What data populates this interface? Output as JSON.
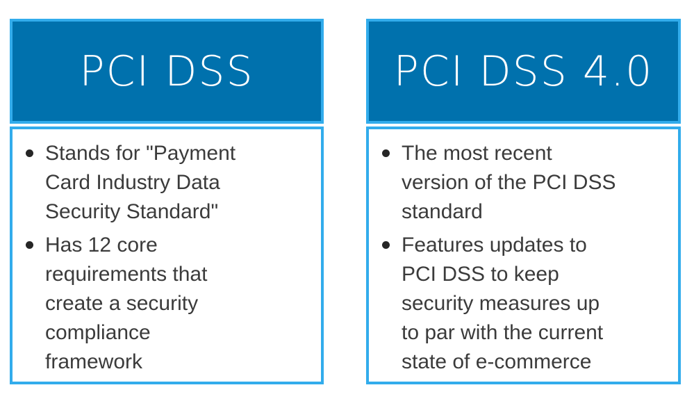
{
  "colors": {
    "accent_border": "#32ACEC",
    "header_fill": "#0071AD",
    "header_text": "#FFFFFF",
    "body_bg": "#FFFFFF",
    "body_text": "#3B3B3B",
    "bullet": "#262626",
    "page_bg": "#FFFFFF"
  },
  "cards": [
    {
      "title": "PCI DSS",
      "bullets": [
        {
          "text": "Stands for \"Payment Card Industry Data Security Standard\"",
          "lines": [
            "Stands for \"Payment",
            "Card Industry Data",
            "Security Standard\""
          ]
        },
        {
          "text": "Has 12 core requirements that create a security compliance framework",
          "lines": [
            "Has 12 core",
            "requirements that",
            "create a security",
            "compliance",
            "framework"
          ]
        }
      ]
    },
    {
      "title": "PCI DSS 4.0",
      "bullets": [
        {
          "text": "The most recent version of the PCI DSS standard",
          "lines": [
            "The most recent",
            "version of the PCI DSS",
            "standard"
          ]
        },
        {
          "text": "Features updates to PCI DSS to keep security measures up to par with the current state of e-commerce",
          "lines": [
            "Features updates to",
            "PCI DSS to keep",
            "security measures up",
            "to par with the current",
            "state of e-commerce"
          ]
        }
      ]
    }
  ]
}
